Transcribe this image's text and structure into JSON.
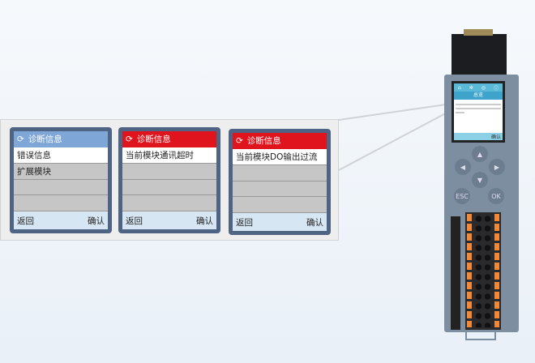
{
  "panels": [
    {
      "title": "诊断信息",
      "title_color": "#7ea6d6",
      "rows": [
        "错误信息",
        "扩展模块",
        "",
        ""
      ],
      "back": "返回",
      "confirm": "确认"
    },
    {
      "title": "诊断信息",
      "title_color": "#e0141c",
      "rows": [
        "当前模块通讯超时",
        "",
        "",
        ""
      ],
      "back": "返回",
      "confirm": "确认"
    },
    {
      "title": "诊断信息",
      "title_color": "#e0141c",
      "rows": [
        "当前模块DO输出过流",
        "",
        "",
        ""
      ],
      "back": "返回",
      "confirm": "确认"
    }
  ],
  "device": {
    "screen_title": "总览",
    "screen_confirm": "确认",
    "buttons": {
      "esc": "ESC",
      "ok": "OK"
    }
  }
}
